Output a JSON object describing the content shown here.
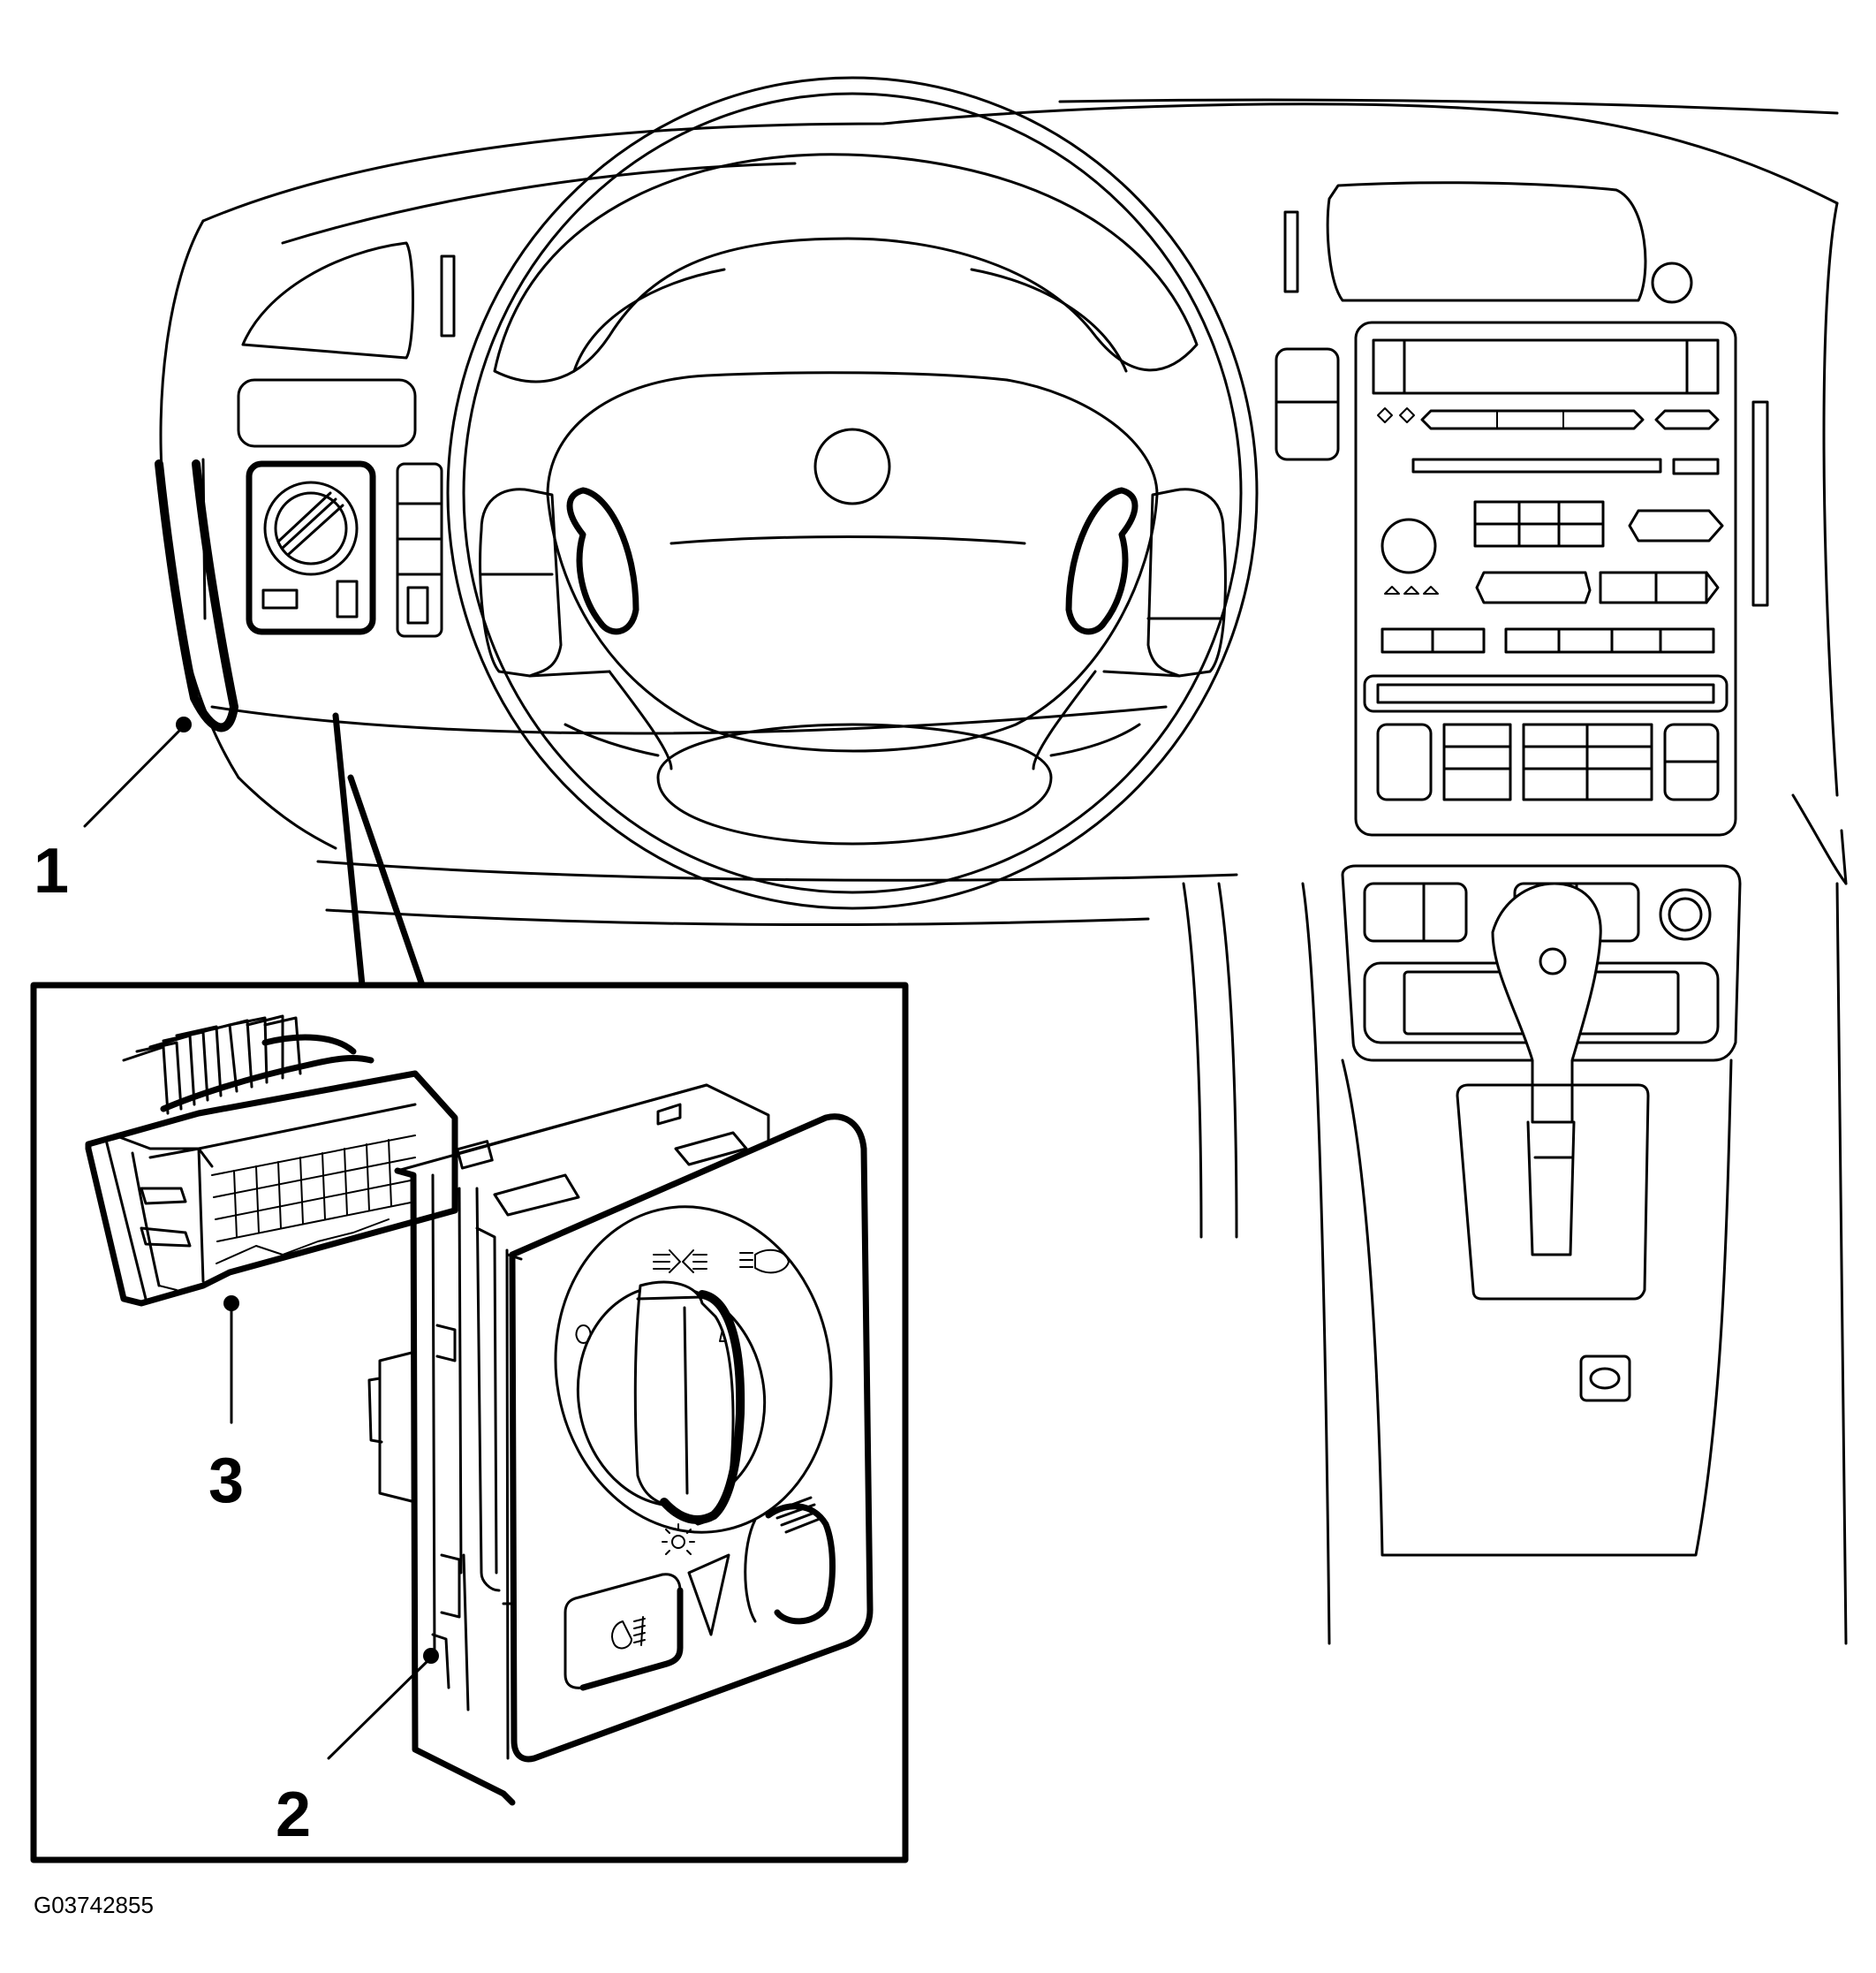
{
  "callouts": [
    {
      "id": "1",
      "label": "1"
    },
    {
      "id": "2",
      "label": "2"
    },
    {
      "id": "3",
      "label": "3"
    }
  ],
  "figure_id": "G03742855"
}
